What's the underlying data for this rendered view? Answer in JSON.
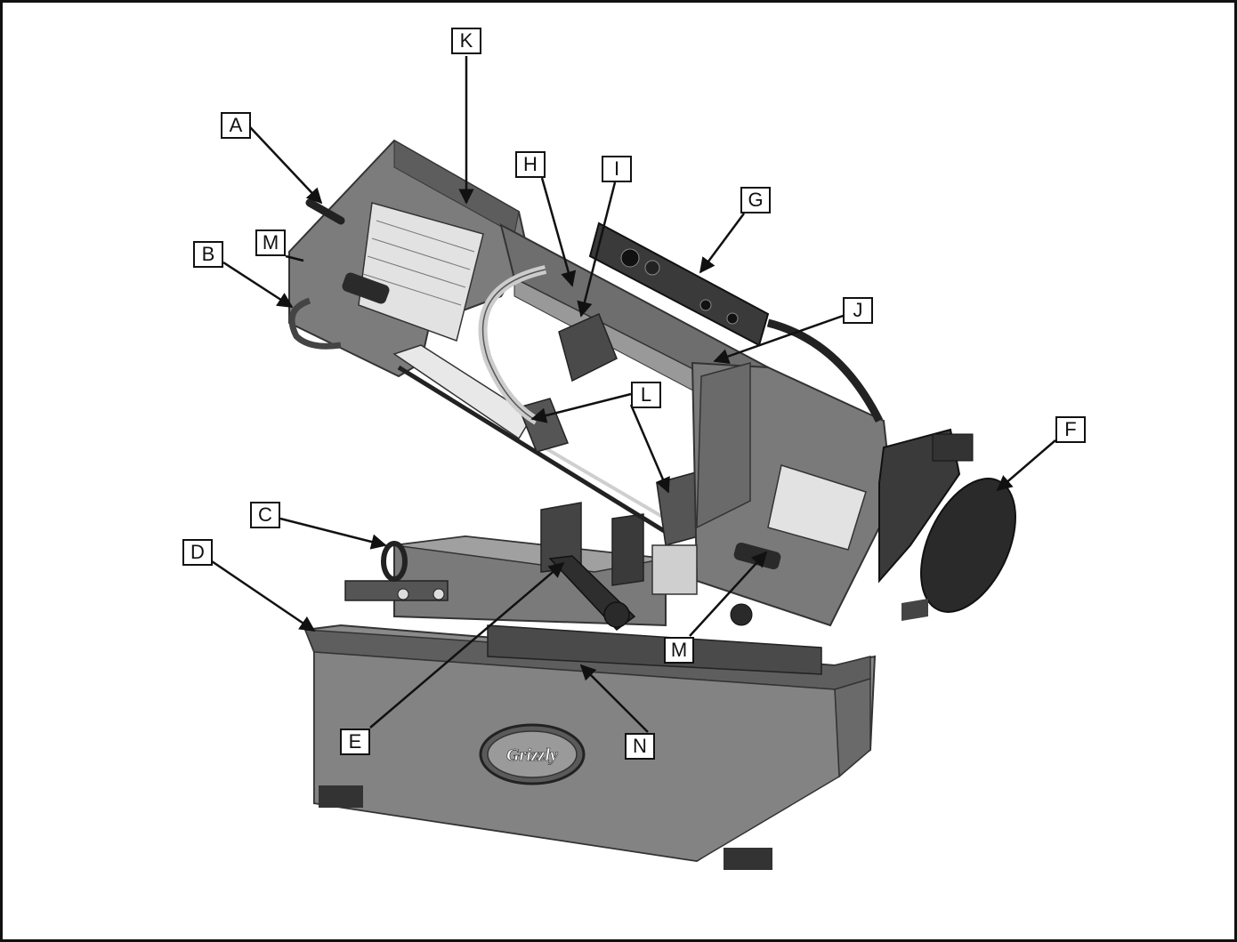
{
  "figure": {
    "callouts": [
      {
        "id": "A",
        "label": "A"
      },
      {
        "id": "B",
        "label": "B"
      },
      {
        "id": "C",
        "label": "C"
      },
      {
        "id": "D",
        "label": "D"
      },
      {
        "id": "E",
        "label": "E"
      },
      {
        "id": "F",
        "label": "F"
      },
      {
        "id": "G",
        "label": "G"
      },
      {
        "id": "H",
        "label": "H"
      },
      {
        "id": "I",
        "label": "I"
      },
      {
        "id": "J",
        "label": "J"
      },
      {
        "id": "K",
        "label": "K"
      },
      {
        "id": "L",
        "label": "L"
      },
      {
        "id": "M1",
        "label": "M"
      },
      {
        "id": "M2",
        "label": "M"
      },
      {
        "id": "N",
        "label": "N"
      }
    ],
    "badge_text": "Grizzly",
    "colors": {
      "body": "#7d7d7d",
      "dark": "#3a3a3a",
      "light": "#c4c4c4",
      "line": "#111111"
    }
  }
}
